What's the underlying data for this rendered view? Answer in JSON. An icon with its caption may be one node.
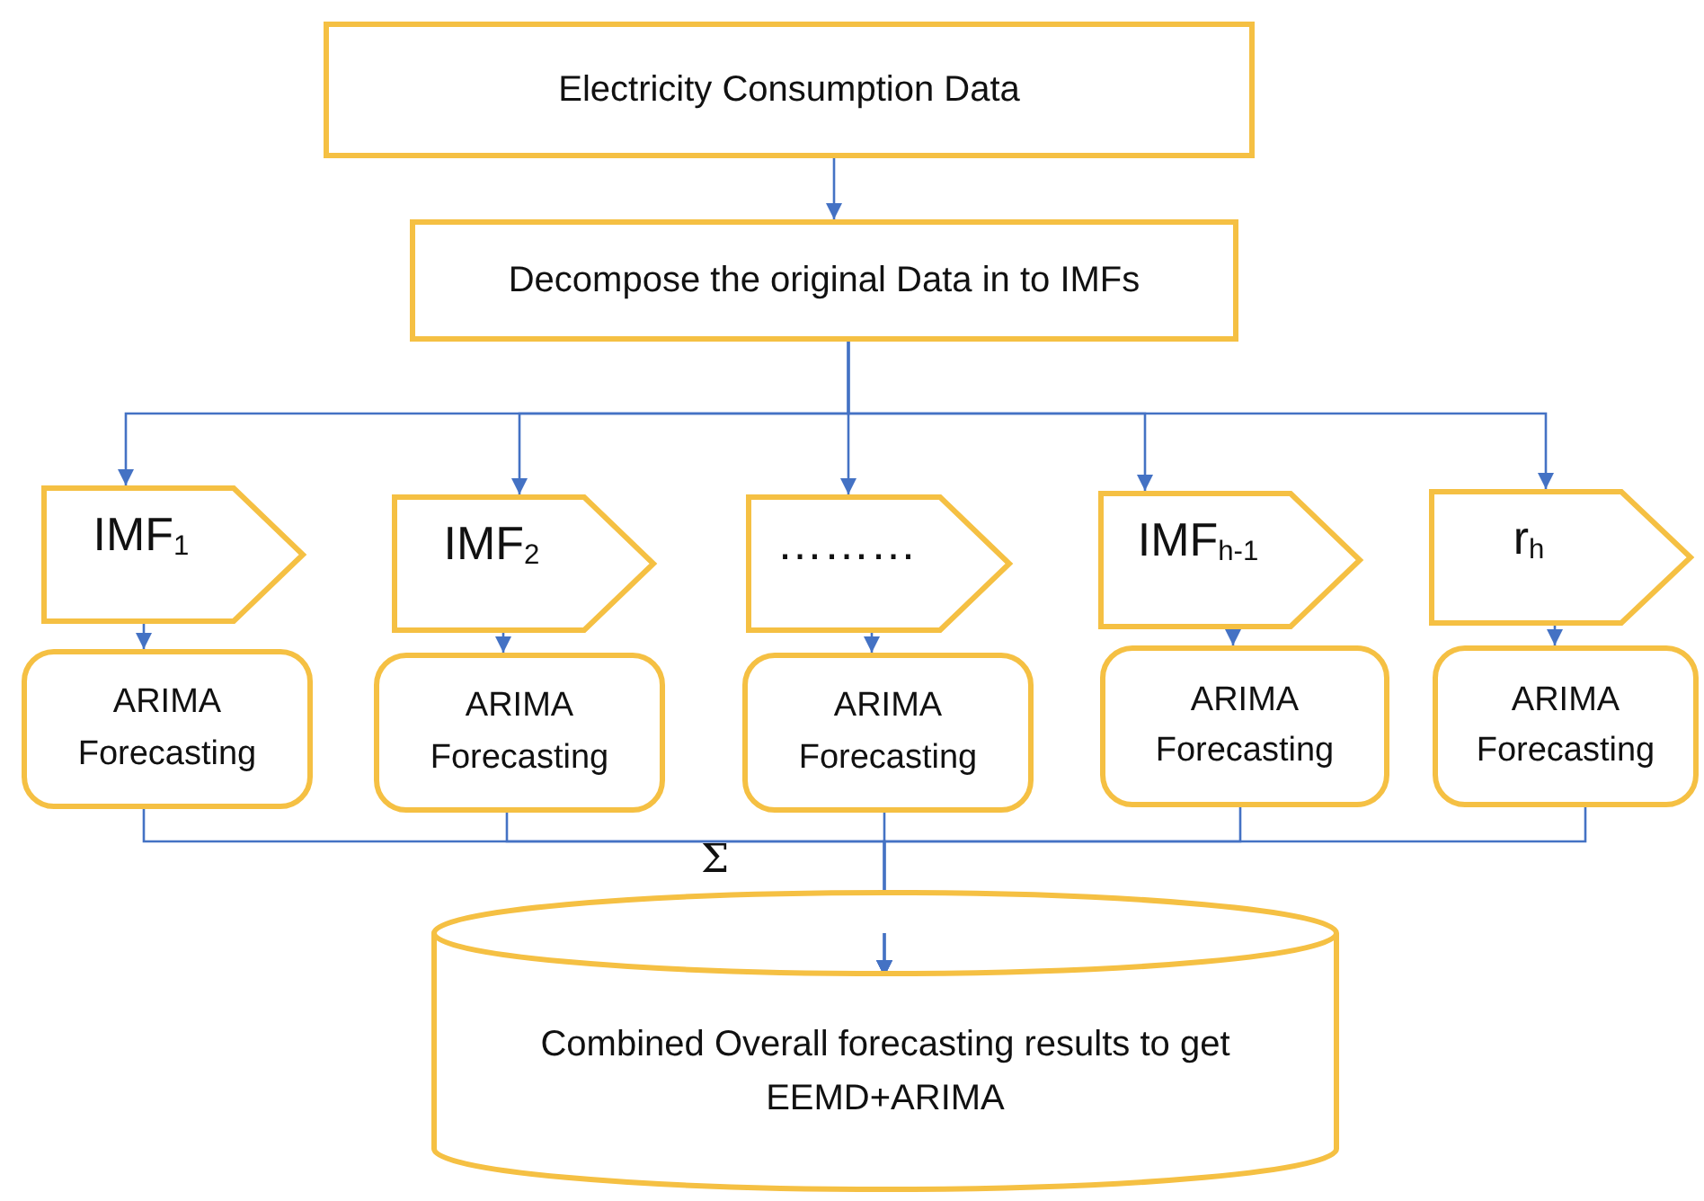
{
  "diagram": {
    "nodes": [
      {
        "text": [
          "Electricity Consumption Data"
        ]
      },
      {
        "text": [
          "Decompose the original Data in to IMFs"
        ]
      },
      {
        "text": [
          "IMF$_{1}$"
        ]
      },
      {
        "text": [
          "IMF$_{2}$"
        ]
      },
      {
        "text": [
          "………"
        ]
      },
      {
        "text": [
          "IMF$_{h-1}$"
        ]
      },
      {
        "text": [
          "r$_{h}$"
        ]
      },
      {
        "text": [
          "ARIMA Forecasting"
        ]
      },
      {
        "text": [
          "ARIMA Forecasting"
        ]
      },
      {
        "text": [
          "ARIMA Forecasting"
        ]
      },
      {
        "text": [
          "ARIMA Forecasting"
        ]
      },
      {
        "text": [
          "ARIMA Forecasting"
        ]
      },
      {
        "text": [
          "Combined Overall forecasting results to get EEMD+ARIMA"
        ]
      }
    ],
    "edges": [
      {
        "from": 0,
        "to": 1,
        "arrow": "to"
      },
      {
        "from": 1,
        "to": 2,
        "arrow": "to"
      },
      {
        "from": 1,
        "to": 3,
        "arrow": "to"
      },
      {
        "from": 1,
        "to": 4,
        "arrow": "to"
      },
      {
        "from": 1,
        "to": 5,
        "arrow": "to"
      },
      {
        "from": 1,
        "to": 6,
        "arrow": "to"
      },
      {
        "from": 2,
        "to": 7,
        "arrow": "to"
      },
      {
        "from": 3,
        "to": 8,
        "arrow": "to"
      },
      {
        "from": 4,
        "to": 9,
        "arrow": "to"
      },
      {
        "from": 5,
        "to": 10,
        "arrow": "to"
      },
      {
        "from": 6,
        "to": 11,
        "arrow": "to"
      },
      {
        "from": 7,
        "to": 12,
        "arrow": "to"
      },
      {
        "from": 8,
        "to": 12,
        "arrow": "to"
      },
      {
        "from": 9,
        "to": 12,
        "arrow": "to"
      },
      {
        "from": 10,
        "to": 12,
        "arrow": "to"
      },
      {
        "from": 11,
        "to": 12,
        "arrow": "to"
      }
    ],
    "labels": [
      "Σ"
    ]
  }
}
